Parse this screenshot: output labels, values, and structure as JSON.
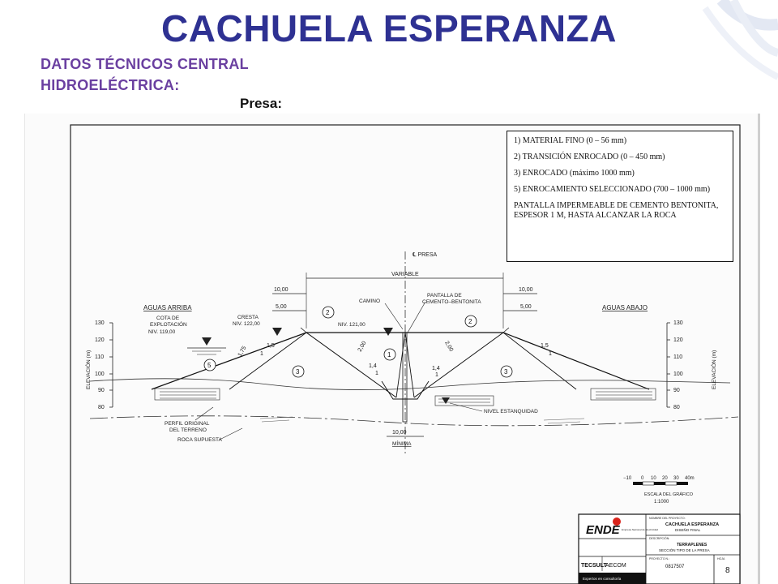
{
  "header": {
    "title": "CACHUELA ESPERANZA",
    "subtitle_line1": "DATOS TÉCNICOS CENTRAL",
    "subtitle_line2": "HIDROELÉCTRICA:",
    "section": "Presa:"
  },
  "legend": {
    "items": [
      "1)  MATERIAL FINO (0 – 56 mm)",
      "2) TRANSICIÓN ENROCADO (0 – 450 mm)",
      "3) ENROCADO (máximo 1000 mm)",
      "5) ENROCAMIENTO SELECCIONADO (700 – 1000 mm)",
      "PANTALLA IMPERMEABLE DE CEMENTO BENTONITA, ESPESOR 1 M, HASTA ALCANZAR LA ROCA"
    ]
  },
  "drawing": {
    "centerline": "℄ PRESA",
    "variable": "VARIABLE",
    "dim_10_left": "10,00",
    "dim_5_left": "5,00",
    "dim_10_right": "10,00",
    "dim_5_right": "5,00",
    "aguas_arriba": "AGUAS ARRIBA",
    "aguas_abajo": "AGUAS ABAJO",
    "cota1": "COTA DE",
    "cota2": "EXPLOTACIÓN",
    "cota3": "NIV. 119,00",
    "cresta1": "CRESTA",
    "cresta2": "NIV. 122,00",
    "camino": "CAMINO",
    "niv121": "NIV. 121,00",
    "pantalla1": "PANTALLA DE",
    "pantalla2": "CEMENTO–BENTONITA",
    "slope_15": "1,5",
    "slope_175": "1,75",
    "slope_200": "2,00",
    "slope_14": "1,4",
    "slope_1": "1",
    "perfil1": "PERFIL ORIGINAL",
    "perfil2": "DEL TERRENO",
    "roca": "ROCA SUPUESTA",
    "nivel_estanq": "NIVEL ESTANQUIDAD",
    "minima_val": "10,00",
    "minima": "MÍNIMA",
    "elevacion": "ELEVACIÓN (m)",
    "elev_ticks": [
      "130",
      "120",
      "110",
      "100",
      "90",
      "80"
    ],
    "zone_1": "1",
    "zone_2": "2",
    "zone_3": "3",
    "zone_5": "5"
  },
  "scale": {
    "ticks": [
      "−10",
      "0",
      "10",
      "20",
      "30",
      "40m"
    ],
    "label1": "ESCALA DEL GRÁFICO",
    "label2": "1:1000"
  },
  "titleblock": {
    "logo": "ENDE",
    "logo_small": "Empresa Nacional de Electricidad",
    "firm1": "TECSULT",
    "firm2": "AECOM",
    "firm_note": "Expertos en consultoría",
    "proyecto_label": "NOMBRE DEL PROYECTO:",
    "proyecto1": "CACHUELA ESPERANZA",
    "proyecto2": "DISEÑO FINAL",
    "desc_label": "DESCRIPCIÓN:",
    "desc1": "TERRAPLENES",
    "desc2": "SECCIÓN TIPO DE LA PRESA",
    "proj_no_label": "PROYECTO N.:",
    "proj_no": "0817507",
    "hoja_label": "HOJA",
    "hoja": "8"
  },
  "colors": {
    "title": "#2e3192",
    "subtitle": "#6a3fa0",
    "accent_red": "#d9241c"
  }
}
